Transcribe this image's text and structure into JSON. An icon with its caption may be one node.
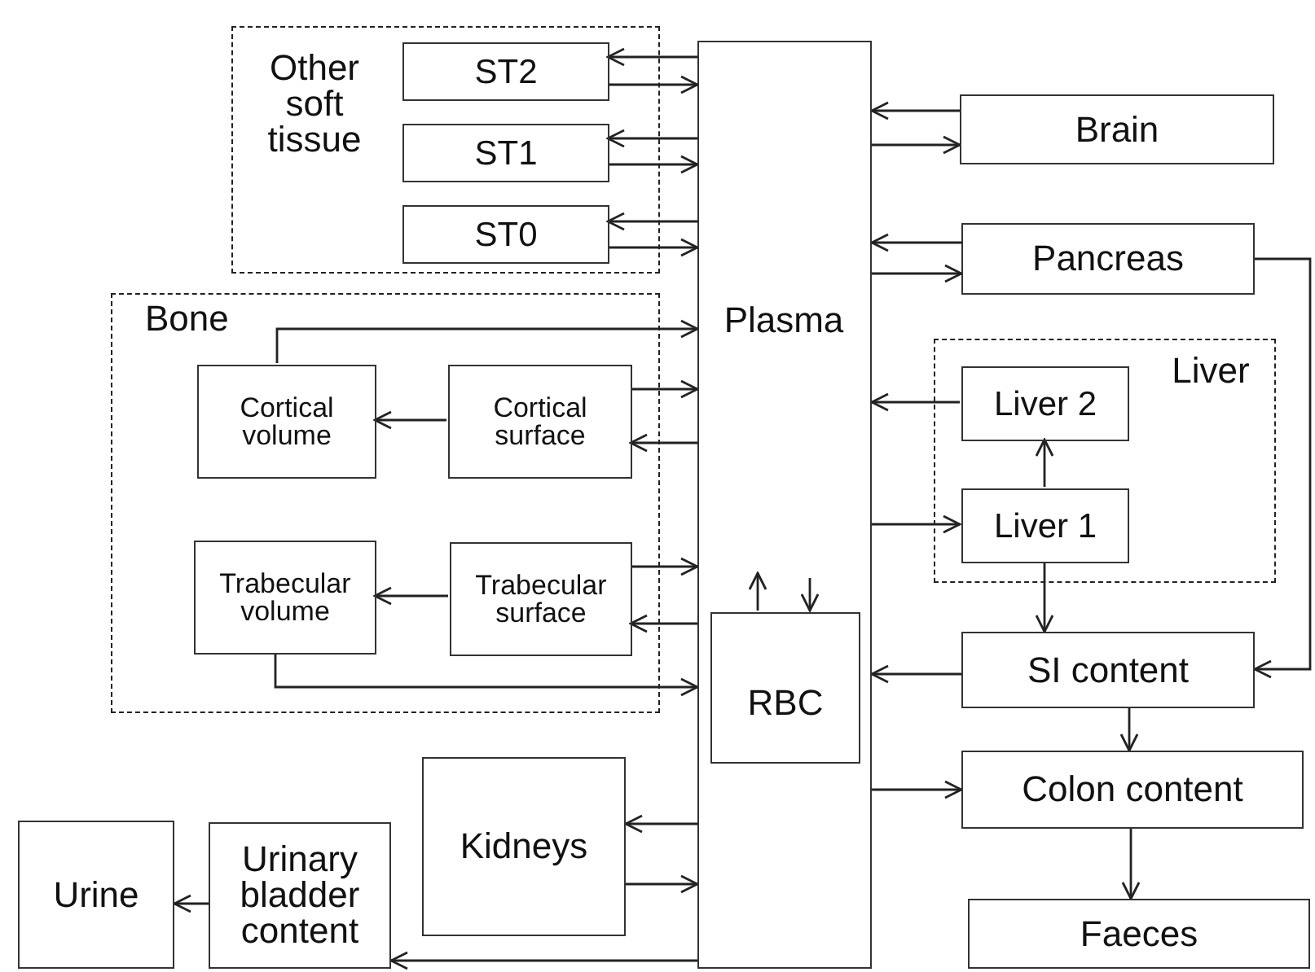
{
  "diagram": {
    "nodes": [
      {
        "text": [
          "Other soft tissue"
        ]
      },
      {
        "text": [
          "ST2"
        ],
        "in": 0
      },
      {
        "text": [
          "ST1"
        ],
        "in": 0
      },
      {
        "text": [
          "ST0"
        ],
        "in": 0
      },
      {
        "text": [
          "Bone"
        ]
      },
      {
        "text": [
          "Cortical volume"
        ],
        "in": 4
      },
      {
        "text": [
          "Cortical surface"
        ],
        "in": 4
      },
      {
        "text": [
          "Trabecular volume"
        ],
        "in": 4
      },
      {
        "text": [
          "Trabecular surface"
        ],
        "in": 4
      },
      {
        "text": [
          "Plasma"
        ]
      },
      {
        "text": [
          "RBC"
        ],
        "in": 9
      },
      {
        "text": [
          "Brain"
        ]
      },
      {
        "text": [
          "Pancreas"
        ]
      },
      {
        "text": [
          "Liver"
        ]
      },
      {
        "text": [
          "Liver 2"
        ],
        "in": 13
      },
      {
        "text": [
          "Liver 1"
        ],
        "in": 13
      },
      {
        "text": [
          "SI content"
        ]
      },
      {
        "text": [
          "Colon content"
        ]
      },
      {
        "text": [
          "Faeces"
        ]
      },
      {
        "text": [
          "Kidneys"
        ]
      },
      {
        "text": [
          "Urinary bladder content"
        ]
      },
      {
        "text": [
          "Urine"
        ]
      }
    ],
    "edges": [
      {
        "from": 9,
        "to": 1,
        "arrow": "to"
      },
      {
        "from": 1,
        "to": 9,
        "arrow": "to"
      },
      {
        "from": 9,
        "to": 2,
        "arrow": "to"
      },
      {
        "from": 2,
        "to": 9,
        "arrow": "to"
      },
      {
        "from": 9,
        "to": 3,
        "arrow": "to"
      },
      {
        "from": 3,
        "to": 9,
        "arrow": "to"
      },
      {
        "from": 5,
        "to": 9,
        "arrow": "to"
      },
      {
        "from": 6,
        "to": 9,
        "arrow": "to"
      },
      {
        "from": 9,
        "to": 6,
        "arrow": "to"
      },
      {
        "from": 6,
        "to": 5,
        "arrow": "to"
      },
      {
        "from": 8,
        "to": 9,
        "arrow": "to"
      },
      {
        "from": 9,
        "to": 8,
        "arrow": "to"
      },
      {
        "from": 8,
        "to": 7,
        "arrow": "to"
      },
      {
        "from": 7,
        "to": 9,
        "arrow": "to"
      },
      {
        "from": 10,
        "to": null,
        "arrow": "to"
      },
      {
        "from": null,
        "to": 10,
        "arrow": "to"
      },
      {
        "from": 11,
        "to": 9,
        "arrow": "to"
      },
      {
        "from": 9,
        "to": 11,
        "arrow": "to"
      },
      {
        "from": 12,
        "to": 9,
        "arrow": "to"
      },
      {
        "from": 9,
        "to": 12,
        "arrow": "to"
      },
      {
        "from": 12,
        "to": 16,
        "arrow": "to"
      },
      {
        "from": 14,
        "to": 9,
        "arrow": "to"
      },
      {
        "from": 9,
        "to": 15,
        "arrow": "to"
      },
      {
        "from": 15,
        "to": 14,
        "arrow": "to"
      },
      {
        "from": 15,
        "to": 16,
        "arrow": "to"
      },
      {
        "from": 16,
        "to": 9,
        "arrow": "to"
      },
      {
        "from": 16,
        "to": 17,
        "arrow": "to"
      },
      {
        "from": 9,
        "to": 17,
        "arrow": "to"
      },
      {
        "from": 17,
        "to": 18,
        "arrow": "to"
      },
      {
        "from": 9,
        "to": 19,
        "arrow": "to"
      },
      {
        "from": 19,
        "to": 9,
        "arrow": "to"
      },
      {
        "from": 9,
        "to": 20,
        "arrow": "to"
      },
      {
        "from": 20,
        "to": 21,
        "arrow": "to"
      }
    ]
  }
}
